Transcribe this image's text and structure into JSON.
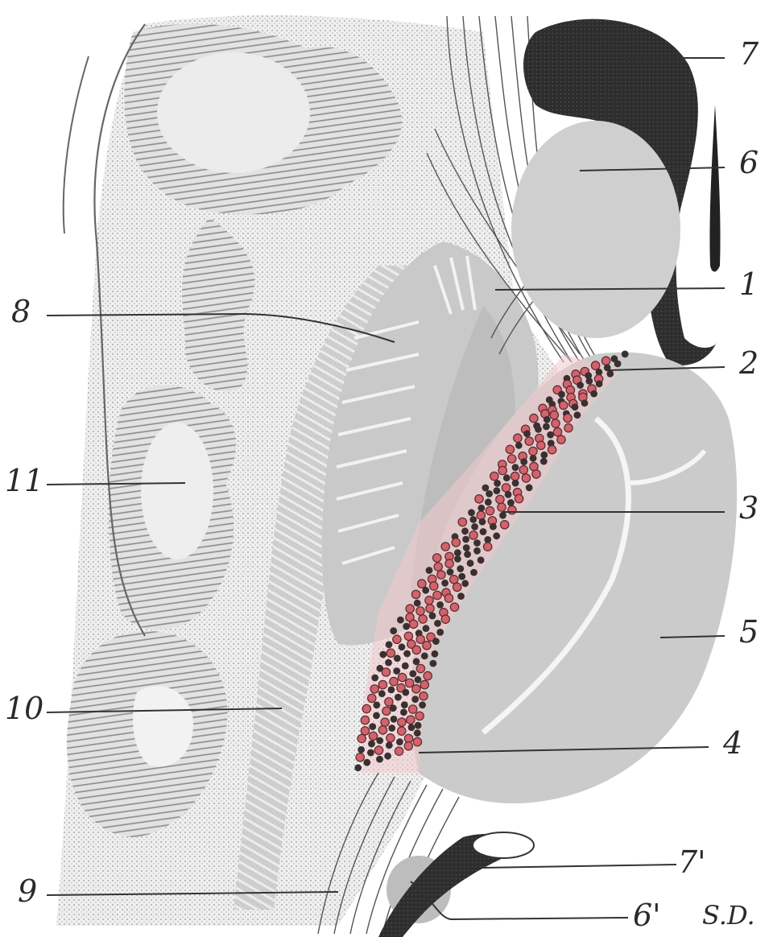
{
  "figure": {
    "labels": {
      "l1": "1",
      "l2": "2",
      "l3": "3",
      "l4": "4",
      "l5": "5",
      "l6": "6",
      "l6p": "6'",
      "l7": "7",
      "l7p": "7'",
      "l8": "8",
      "l9": "9",
      "l10": "10",
      "l11": "11"
    },
    "signature": "S.D.",
    "colors": {
      "background": "#ffffff",
      "tissue_light": "#dcdcdc",
      "tissue_mid": "#c8c8c8",
      "tissue_dark": "#b4b4b4",
      "dark_mass": "#2b2b2b",
      "cell_red": "#d2626b",
      "cell_dark": "#3a3030",
      "cell_halo": "#f3c8cc"
    }
  }
}
